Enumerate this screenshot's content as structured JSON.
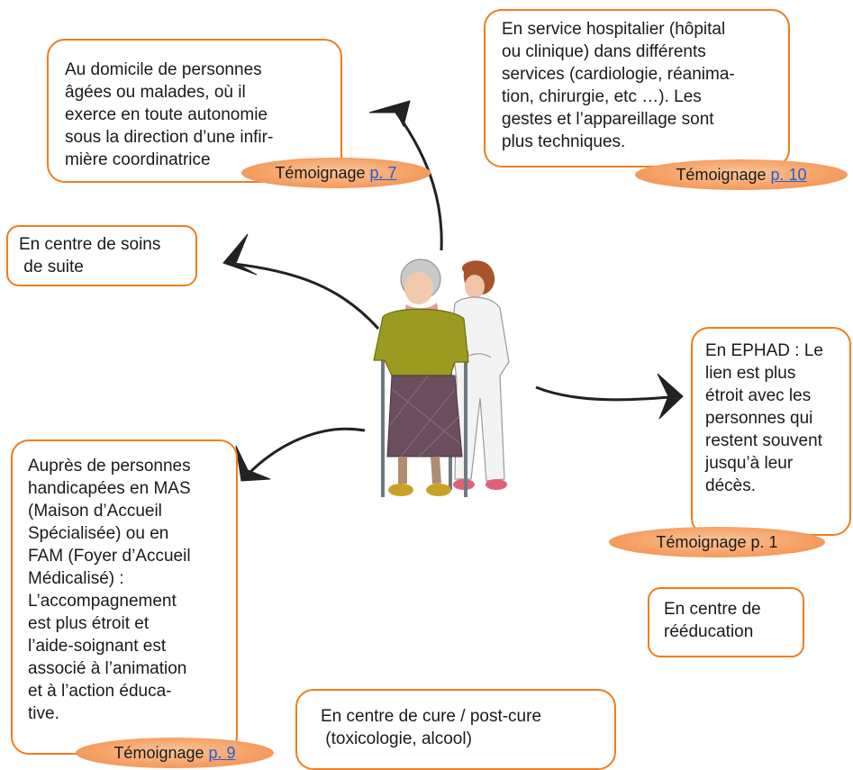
{
  "boxes": {
    "domicile": {
      "lines": [
        "Au domicile de personnes",
        "âgées ou malades, où il",
        "exerce en toute autonomie",
        "sous la direction d’une infir-",
        "mière  coordinatrice"
      ]
    },
    "hospitalier": {
      "lines": [
        "En service hospitalier  (hôpital",
        "ou clinique) dans différents",
        "services (cardiologie, réanima-",
        "tion, chirurgie, etc …). Les",
        "gestes et l’appareillage sont",
        "plus techniques."
      ]
    },
    "soins_suite": {
      "lines": [
        "En centre de soins",
        " de suite"
      ]
    },
    "ephad": {
      "lines": [
        "En EPHAD : Le",
        "lien est plus",
        "étroit avec les",
        "personnes qui",
        "restent souvent",
        "jusqu’à leur",
        "décès."
      ]
    },
    "handicap": {
      "lines": [
        "Auprès de personnes",
        "handicapées en MAS",
        "(Maison d’Accueil",
        "Spécialisée) ou en",
        "FAM (Foyer d’Accueil",
        "Médicalisé) :",
        "L’accompagnement",
        "est plus étroit et",
        "l’aide-soignant est",
        "associé à l’animation",
        "et à l’action éduca-",
        "tive."
      ]
    },
    "reeducation": {
      "lines": [
        "En centre de",
        "rééducation"
      ]
    },
    "cure": {
      "lines": [
        "En centre de cure / post-cure",
        " (toxicologie, alcool)"
      ]
    }
  },
  "testimonials": {
    "t1": {
      "text": "Témoignage ",
      "link": "p. 7"
    },
    "t2": {
      "text": "Témoignage ",
      "link": "p. 10"
    },
    "t3": {
      "text": "Témoignage p. 1",
      "link": ""
    },
    "t4": {
      "text": "Témoignage ",
      "link": "p. 9"
    }
  },
  "colors": {
    "border": "#f07d1e",
    "pill": "#f6a268",
    "link": "#1f5fd6",
    "arrow": "#222222"
  },
  "illustration": {
    "icon": "nurse-helping-elderly-woman-with-walker"
  }
}
